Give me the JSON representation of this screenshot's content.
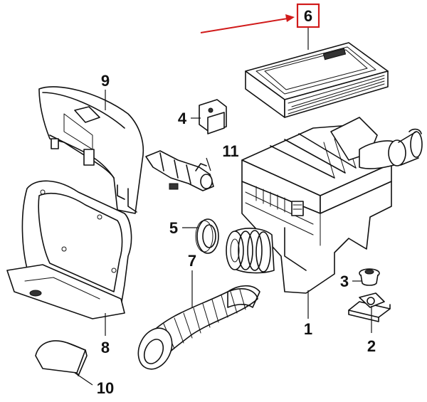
{
  "diagram": {
    "callouts": [
      {
        "id": "1",
        "label": "1"
      },
      {
        "id": "2",
        "label": "2"
      },
      {
        "id": "3",
        "label": "3"
      },
      {
        "id": "4",
        "label": "4"
      },
      {
        "id": "5",
        "label": "5"
      },
      {
        "id": "6",
        "label": "6"
      },
      {
        "id": "7",
        "label": "7"
      },
      {
        "id": "8",
        "label": "8"
      },
      {
        "id": "9",
        "label": "9"
      },
      {
        "id": "10",
        "label": "10"
      },
      {
        "id": "11",
        "label": "11"
      }
    ],
    "highlight": {
      "target": "6",
      "box_color": "#d11a1a",
      "arrow_color": "#d11a1a"
    }
  }
}
